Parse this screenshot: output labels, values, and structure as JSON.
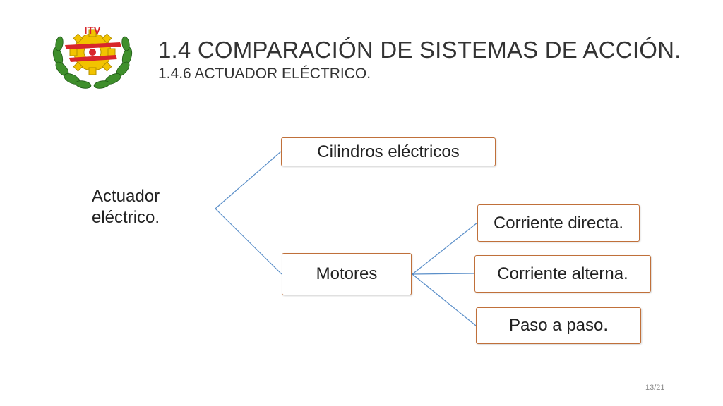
{
  "header": {
    "title": "1.4 COMPARACIÓN DE SISTEMAS DE ACCIÓN.",
    "subtitle": "1.4.6 ACTUADOR ELÉCTRICO.",
    "logo_text": "ITV"
  },
  "diagram": {
    "root": {
      "line1": "Actuador",
      "line2": "eléctrico."
    },
    "branches": [
      {
        "label": "Cilindros eléctricos",
        "children": []
      },
      {
        "label": "Motores",
        "children": [
          {
            "label": "Corriente directa."
          },
          {
            "label": "Corriente alterna."
          },
          {
            "label": "Paso a paso."
          }
        ]
      }
    ]
  },
  "footer": {
    "page": "13/21"
  },
  "colors": {
    "connector": "#5b8fc9",
    "box_border": "#c0703a",
    "logo_green": "#3f8f2c",
    "logo_yellow": "#f2c300",
    "logo_red": "#d8262b"
  }
}
